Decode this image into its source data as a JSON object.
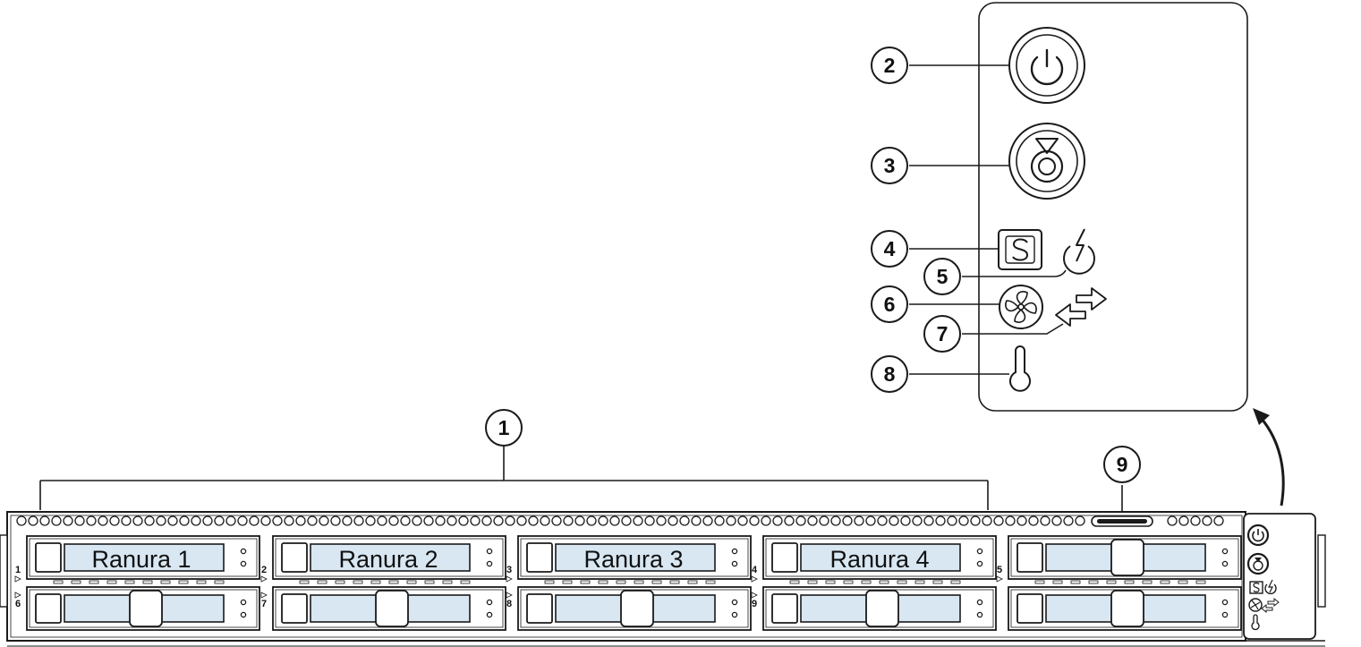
{
  "callouts": [
    {
      "number": "1",
      "target": "drive-bays-1-4"
    },
    {
      "number": "2",
      "target": "power-button"
    },
    {
      "number": "3",
      "target": "unit-identification-button"
    },
    {
      "number": "4",
      "target": "system-status-led"
    },
    {
      "number": "5",
      "target": "power-supply-status-led"
    },
    {
      "number": "6",
      "target": "fan-status-led"
    },
    {
      "number": "7",
      "target": "network-link-activity-led"
    },
    {
      "number": "8",
      "target": "temperature-status-led"
    },
    {
      "number": "9",
      "target": "kvm-connector"
    }
  ],
  "slots": [
    {
      "label": "Ranura 1"
    },
    {
      "label": "Ranura 2"
    },
    {
      "label": "Ranura 3"
    },
    {
      "label": "Ranura 4"
    }
  ],
  "bay_numbers_top": [
    "1",
    "2",
    "3",
    "4",
    "5"
  ],
  "bay_numbers_bottom": [
    "6",
    "7",
    "8",
    "9"
  ],
  "colors": {
    "line": "#1a1a1a",
    "drive_label_fill": "#d8e7f2",
    "background": "#ffffff"
  },
  "icons": [
    "power-button-icon",
    "unit-id-button-icon",
    "system-status-icon",
    "power-supply-status-icon",
    "fan-status-icon",
    "network-activity-icon",
    "temperature-icon"
  ]
}
